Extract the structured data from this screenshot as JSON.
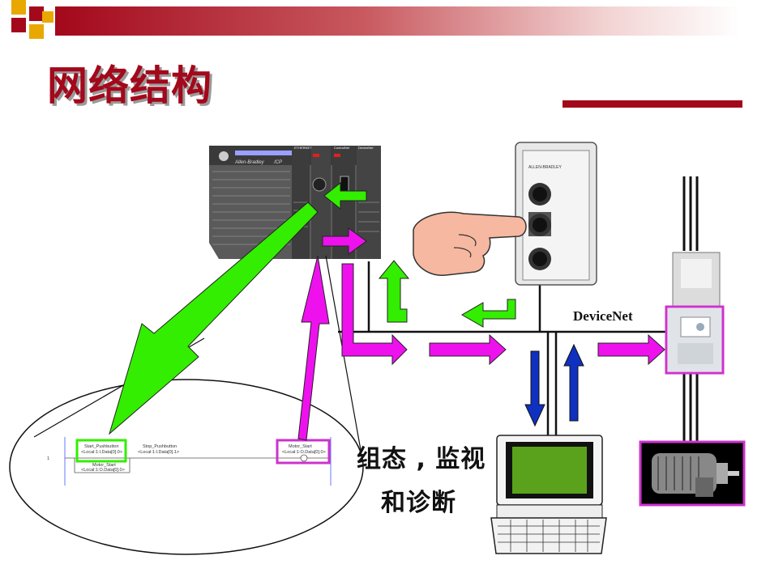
{
  "slide": {
    "title": "网络结构",
    "network_label": "DeviceNet",
    "caption_line1": "组态 , 监视",
    "caption_line2": "和诊断"
  },
  "plc": {
    "brand": "Allen-Bradley",
    "model": "/CP",
    "module_labels": [
      "ETHERNET",
      "ControlNet",
      "DeviceNet"
    ]
  },
  "pushbutton_box": {
    "brand": "ALLEN-BRADLEY"
  },
  "ladder": {
    "rung_number": "1",
    "contact1_name": "Start_Pushbutton",
    "contact1_addr": "<Local:1:I.Data[0].0>",
    "contact2_name": "Stop_Pushbutton",
    "contact2_addr": "<Local:1:I.Data[0].1>",
    "branch_name": "Motor_Start",
    "branch_addr": "<Local:1:O.Data[0].0>",
    "coil_name": "Motor_Start",
    "coil_addr": "<Local:1:O.Data[0].0>"
  },
  "colors": {
    "title": "#a3081b",
    "green_arrow": "#33ee00",
    "magenta_arrow": "#ee11ee",
    "blue_arrow": "#1030c0",
    "highlight_box": "#cc33cc"
  }
}
